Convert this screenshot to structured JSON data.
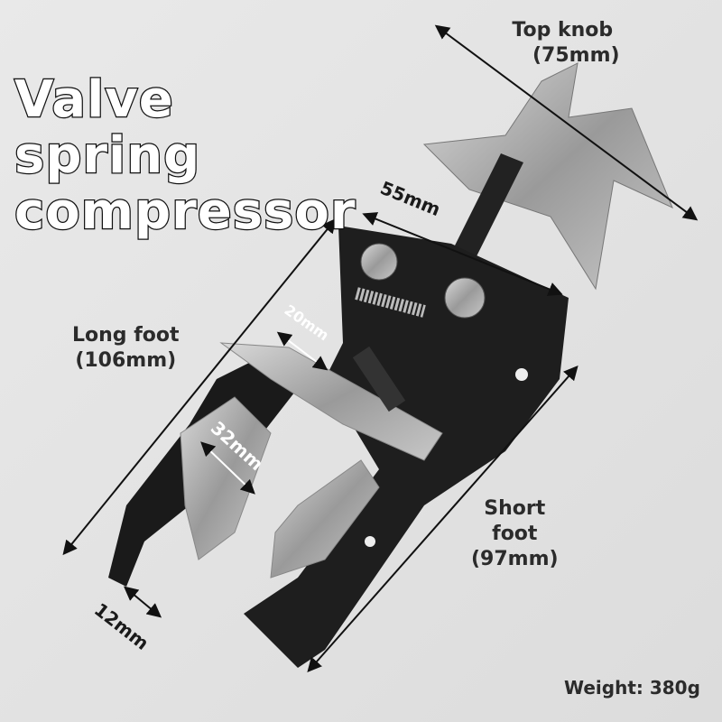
{
  "title": {
    "line1": "Valve",
    "line2": "spring",
    "line3": "compressor"
  },
  "labels": {
    "top_knob": "Top knob",
    "top_knob_size": "(75mm)",
    "long_foot": "Long foot",
    "long_foot_size": "(106mm)",
    "short_foot": "Short",
    "short_foot_2": "foot",
    "short_foot_size": "(97mm)",
    "width": "55mm",
    "slot": "20mm",
    "jaw": "32mm",
    "tip": "12mm",
    "weight": "Weight: 380g"
  }
}
